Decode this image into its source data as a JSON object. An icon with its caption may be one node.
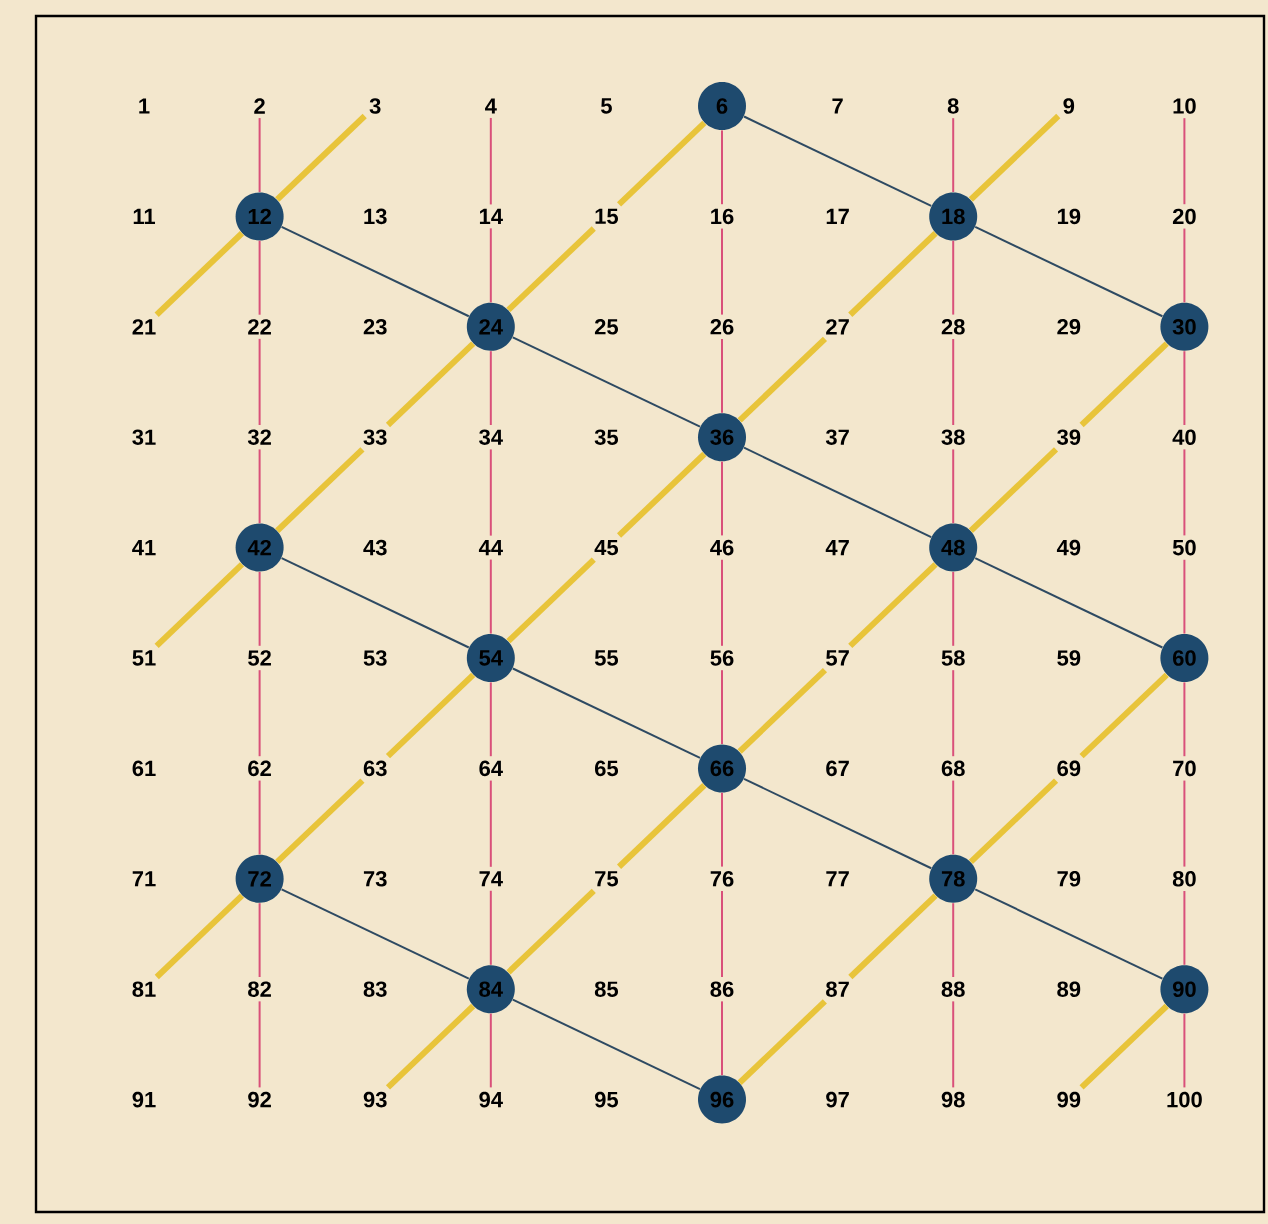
{
  "diagram": {
    "nodes": [
      {
        "text": [
          "1"
        ]
      },
      {
        "text": [
          "2"
        ]
      },
      {
        "text": [
          "3"
        ]
      },
      {
        "text": [
          "4"
        ]
      },
      {
        "text": [
          "5"
        ]
      },
      {
        "text": [
          "6"
        ]
      },
      {
        "text": [
          "7"
        ]
      },
      {
        "text": [
          "8"
        ]
      },
      {
        "text": [
          "9"
        ]
      },
      {
        "text": [
          "10"
        ]
      },
      {
        "text": [
          "11"
        ]
      },
      {
        "text": [
          "12"
        ]
      },
      {
        "text": [
          "13"
        ]
      },
      {
        "text": [
          "14"
        ]
      },
      {
        "text": [
          "15"
        ]
      },
      {
        "text": [
          "16"
        ]
      },
      {
        "text": [
          "17"
        ]
      },
      {
        "text": [
          "18"
        ]
      },
      {
        "text": [
          "19"
        ]
      },
      {
        "text": [
          "20"
        ]
      },
      {
        "text": [
          "21"
        ]
      },
      {
        "text": [
          "22"
        ]
      },
      {
        "text": [
          "23"
        ]
      },
      {
        "text": [
          "24"
        ]
      },
      {
        "text": [
          "25"
        ]
      },
      {
        "text": [
          "26"
        ]
      },
      {
        "text": [
          "27"
        ]
      },
      {
        "text": [
          "28"
        ]
      },
      {
        "text": [
          "29"
        ]
      },
      {
        "text": [
          "30"
        ]
      },
      {
        "text": [
          "31"
        ]
      },
      {
        "text": [
          "32"
        ]
      },
      {
        "text": [
          "33"
        ]
      },
      {
        "text": [
          "34"
        ]
      },
      {
        "text": [
          "35"
        ]
      },
      {
        "text": [
          "36"
        ]
      },
      {
        "text": [
          "37"
        ]
      },
      {
        "text": [
          "38"
        ]
      },
      {
        "text": [
          "39"
        ]
      },
      {
        "text": [
          "40"
        ]
      },
      {
        "text": [
          "41"
        ]
      },
      {
        "text": [
          "42"
        ]
      },
      {
        "text": [
          "43"
        ]
      },
      {
        "text": [
          "44"
        ]
      },
      {
        "text": [
          "45"
        ]
      },
      {
        "text": [
          "46"
        ]
      },
      {
        "text": [
          "47"
        ]
      },
      {
        "text": [
          "48"
        ]
      },
      {
        "text": [
          "49"
        ]
      },
      {
        "text": [
          "50"
        ]
      },
      {
        "text": [
          "51"
        ]
      },
      {
        "text": [
          "52"
        ]
      },
      {
        "text": [
          "53"
        ]
      },
      {
        "text": [
          "54"
        ]
      },
      {
        "text": [
          "55"
        ]
      },
      {
        "text": [
          "56"
        ]
      },
      {
        "text": [
          "57"
        ]
      },
      {
        "text": [
          "58"
        ]
      },
      {
        "text": [
          "59"
        ]
      },
      {
        "text": [
          "60"
        ]
      },
      {
        "text": [
          "61"
        ]
      },
      {
        "text": [
          "62"
        ]
      },
      {
        "text": [
          "63"
        ]
      },
      {
        "text": [
          "64"
        ]
      },
      {
        "text": [
          "65"
        ]
      },
      {
        "text": [
          "66"
        ]
      },
      {
        "text": [
          "67"
        ]
      },
      {
        "text": [
          "68"
        ]
      },
      {
        "text": [
          "69"
        ]
      },
      {
        "text": [
          "70"
        ]
      },
      {
        "text": [
          "71"
        ]
      },
      {
        "text": [
          "72"
        ]
      },
      {
        "text": [
          "73"
        ]
      },
      {
        "text": [
          "74"
        ]
      },
      {
        "text": [
          "75"
        ]
      },
      {
        "text": [
          "76"
        ]
      },
      {
        "text": [
          "77"
        ]
      },
      {
        "text": [
          "78"
        ]
      },
      {
        "text": [
          "79"
        ]
      },
      {
        "text": [
          "80"
        ]
      },
      {
        "text": [
          "81"
        ]
      },
      {
        "text": [
          "82"
        ]
      },
      {
        "text": [
          "83"
        ]
      },
      {
        "text": [
          "84"
        ]
      },
      {
        "text": [
          "85"
        ]
      },
      {
        "text": [
          "86"
        ]
      },
      {
        "text": [
          "87"
        ]
      },
      {
        "text": [
          "88"
        ]
      },
      {
        "text": [
          "89"
        ]
      },
      {
        "text": [
          "90"
        ]
      },
      {
        "text": [
          "91"
        ]
      },
      {
        "text": [
          "92"
        ]
      },
      {
        "text": [
          "93"
        ]
      },
      {
        "text": [
          "94"
        ]
      },
      {
        "text": [
          "95"
        ]
      },
      {
        "text": [
          "96"
        ]
      },
      {
        "text": [
          "97"
        ]
      },
      {
        "text": [
          "98"
        ]
      },
      {
        "text": [
          "99"
        ]
      },
      {
        "text": [
          "100"
        ]
      }
    ],
    "edges": [
      {
        "from": 1,
        "to": 11,
        "arrow": "none"
      },
      {
        "from": 11,
        "to": 21,
        "arrow": "none"
      },
      {
        "from": 21,
        "to": 31,
        "arrow": "none"
      },
      {
        "from": 31,
        "to": 41,
        "arrow": "none"
      },
      {
        "from": 41,
        "to": 51,
        "arrow": "none"
      },
      {
        "from": 51,
        "to": 61,
        "arrow": "none"
      },
      {
        "from": 61,
        "to": 71,
        "arrow": "none"
      },
      {
        "from": 71,
        "to": 81,
        "arrow": "none"
      },
      {
        "from": 81,
        "to": 91,
        "arrow": "none"
      },
      {
        "from": 3,
        "to": 13,
        "arrow": "none"
      },
      {
        "from": 13,
        "to": 23,
        "arrow": "none"
      },
      {
        "from": 23,
        "to": 33,
        "arrow": "none"
      },
      {
        "from": 33,
        "to": 43,
        "arrow": "none"
      },
      {
        "from": 43,
        "to": 53,
        "arrow": "none"
      },
      {
        "from": 53,
        "to": 63,
        "arrow": "none"
      },
      {
        "from": 63,
        "to": 73,
        "arrow": "none"
      },
      {
        "from": 73,
        "to": 83,
        "arrow": "none"
      },
      {
        "from": 83,
        "to": 93,
        "arrow": "none"
      },
      {
        "from": 5,
        "to": 15,
        "arrow": "none"
      },
      {
        "from": 15,
        "to": 25,
        "arrow": "none"
      },
      {
        "from": 25,
        "to": 35,
        "arrow": "none"
      },
      {
        "from": 35,
        "to": 45,
        "arrow": "none"
      },
      {
        "from": 45,
        "to": 55,
        "arrow": "none"
      },
      {
        "from": 55,
        "to": 65,
        "arrow": "none"
      },
      {
        "from": 65,
        "to": 75,
        "arrow": "none"
      },
      {
        "from": 75,
        "to": 85,
        "arrow": "none"
      },
      {
        "from": 85,
        "to": 95,
        "arrow": "none"
      },
      {
        "from": 7,
        "to": 17,
        "arrow": "none"
      },
      {
        "from": 17,
        "to": 27,
        "arrow": "none"
      },
      {
        "from": 27,
        "to": 37,
        "arrow": "none"
      },
      {
        "from": 37,
        "to": 47,
        "arrow": "none"
      },
      {
        "from": 47,
        "to": 57,
        "arrow": "none"
      },
      {
        "from": 57,
        "to": 67,
        "arrow": "none"
      },
      {
        "from": 67,
        "to": 77,
        "arrow": "none"
      },
      {
        "from": 77,
        "to": 87,
        "arrow": "none"
      },
      {
        "from": 87,
        "to": 97,
        "arrow": "none"
      },
      {
        "from": 9,
        "to": 19,
        "arrow": "none"
      },
      {
        "from": 19,
        "to": 29,
        "arrow": "none"
      },
      {
        "from": 29,
        "to": 39,
        "arrow": "none"
      },
      {
        "from": 39,
        "to": 49,
        "arrow": "none"
      },
      {
        "from": 49,
        "to": 59,
        "arrow": "none"
      },
      {
        "from": 59,
        "to": 69,
        "arrow": "none"
      },
      {
        "from": 69,
        "to": 79,
        "arrow": "none"
      },
      {
        "from": 79,
        "to": 89,
        "arrow": "none"
      },
      {
        "from": 89,
        "to": 99,
        "arrow": "none"
      },
      {
        "from": 2,
        "to": 11,
        "arrow": "none",
        "style": "thick",
        "color": "#e8c43a"
      },
      {
        "from": 11,
        "to": 20,
        "arrow": "none",
        "style": "thick",
        "color": "#e8c43a"
      },
      {
        "from": 5,
        "to": 14,
        "arrow": "none",
        "style": "thick",
        "color": "#e8c43a"
      },
      {
        "from": 14,
        "to": 23,
        "arrow": "none",
        "style": "thick",
        "color": "#e8c43a"
      },
      {
        "from": 23,
        "to": 32,
        "arrow": "none",
        "style": "thick",
        "color": "#e8c43a"
      },
      {
        "from": 32,
        "to": 41,
        "arrow": "none",
        "style": "thick",
        "color": "#e8c43a"
      },
      {
        "from": 41,
        "to": 50,
        "arrow": "none",
        "style": "thick",
        "color": "#e8c43a"
      },
      {
        "from": 8,
        "to": 17,
        "arrow": "none",
        "style": "thick",
        "color": "#e8c43a"
      },
      {
        "from": 17,
        "to": 26,
        "arrow": "none",
        "style": "thick",
        "color": "#e8c43a"
      },
      {
        "from": 26,
        "to": 35,
        "arrow": "none",
        "style": "thick",
        "color": "#e8c43a"
      },
      {
        "from": 35,
        "to": 44,
        "arrow": "none",
        "style": "thick",
        "color": "#e8c43a"
      },
      {
        "from": 44,
        "to": 53,
        "arrow": "none",
        "style": "thick",
        "color": "#e8c43a"
      },
      {
        "from": 53,
        "to": 62,
        "arrow": "none",
        "style": "thick",
        "color": "#e8c43a"
      },
      {
        "from": 62,
        "to": 71,
        "arrow": "none",
        "style": "thick",
        "color": "#e8c43a"
      },
      {
        "from": 71,
        "to": 80,
        "arrow": "none",
        "style": "thick",
        "color": "#e8c43a"
      },
      {
        "from": 29,
        "to": 38,
        "arrow": "none",
        "style": "thick",
        "color": "#e8c43a"
      },
      {
        "from": 38,
        "to": 47,
        "arrow": "none",
        "style": "thick",
        "color": "#e8c43a"
      },
      {
        "from": 47,
        "to": 56,
        "arrow": "none",
        "style": "thick",
        "color": "#e8c43a"
      },
      {
        "from": 56,
        "to": 65,
        "arrow": "none",
        "style": "thick",
        "color": "#e8c43a"
      },
      {
        "from": 65,
        "to": 74,
        "arrow": "none",
        "style": "thick",
        "color": "#e8c43a"
      },
      {
        "from": 74,
        "to": 83,
        "arrow": "none",
        "style": "thick",
        "color": "#e8c43a"
      },
      {
        "from": 83,
        "to": 92,
        "arrow": "none",
        "style": "thick",
        "color": "#e8c43a"
      },
      {
        "from": 59,
        "to": 68,
        "arrow": "none",
        "style": "thick",
        "color": "#e8c43a"
      },
      {
        "from": 68,
        "to": 77,
        "arrow": "none",
        "style": "thick",
        "color": "#e8c43a"
      },
      {
        "from": 77,
        "to": 86,
        "arrow": "none",
        "style": "thick",
        "color": "#e8c43a"
      },
      {
        "from": 86,
        "to": 95,
        "arrow": "none",
        "style": "thick",
        "color": "#e8c43a"
      },
      {
        "from": 89,
        "to": 98,
        "arrow": "none",
        "style": "thick",
        "color": "#e8c43a"
      },
      {
        "from": 5,
        "to": 17,
        "arrow": "none",
        "color": "#2e4a62"
      },
      {
        "from": 17,
        "to": 29,
        "arrow": "none",
        "color": "#2e4a62"
      },
      {
        "from": 11,
        "to": 23,
        "arrow": "none",
        "color": "#2e4a62"
      },
      {
        "from": 23,
        "to": 35,
        "arrow": "none",
        "color": "#2e4a62"
      },
      {
        "from": 35,
        "to": 47,
        "arrow": "none",
        "color": "#2e4a62"
      },
      {
        "from": 47,
        "to": 59,
        "arrow": "none",
        "color": "#2e4a62"
      },
      {
        "from": 41,
        "to": 53,
        "arrow": "none",
        "color": "#2e4a62"
      },
      {
        "from": 53,
        "to": 65,
        "arrow": "none",
        "color": "#2e4a62"
      },
      {
        "from": 65,
        "to": 77,
        "arrow": "none",
        "color": "#2e4a62"
      },
      {
        "from": 77,
        "to": 89,
        "arrow": "none",
        "color": "#2e4a62"
      },
      {
        "from": 71,
        "to": 83,
        "arrow": "none",
        "color": "#2e4a62"
      },
      {
        "from": 83,
        "to": 95,
        "arrow": "none",
        "color": "#2e4a62"
      }
    ]
  }
}
